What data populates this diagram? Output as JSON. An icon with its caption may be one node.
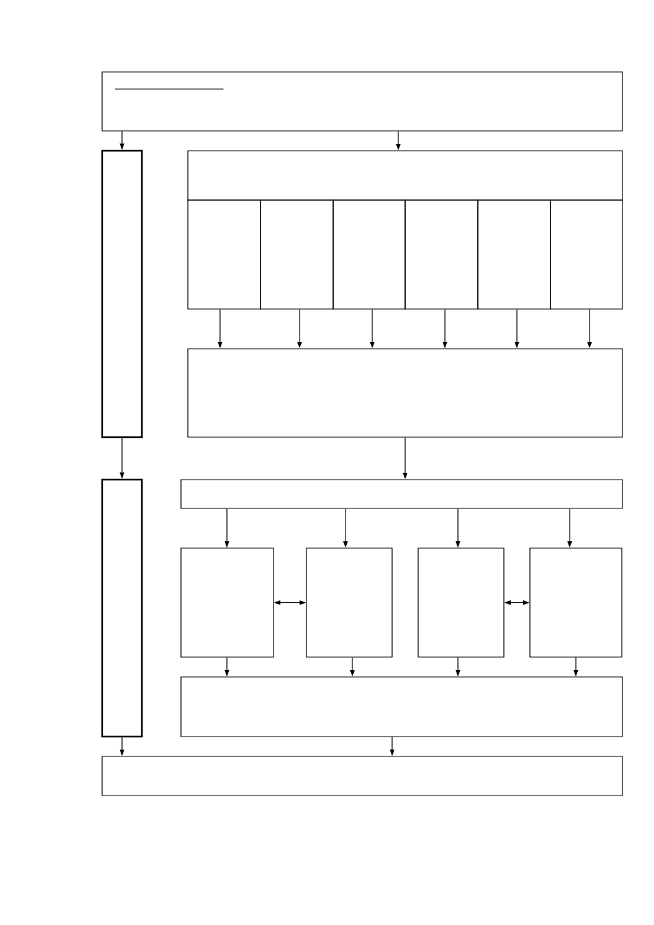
{
  "diagram": {
    "nodes": [
      {
        "text": [],
        "shape": "box"
      },
      {
        "text": [],
        "shape": "box"
      },
      {
        "text": [],
        "shape": "box"
      },
      {
        "text": [],
        "shape": "box"
      },
      {
        "text": [],
        "shape": "box"
      },
      {
        "text": [],
        "shape": "box"
      },
      {
        "text": [],
        "shape": "box"
      },
      {
        "text": [],
        "shape": "box"
      },
      {
        "text": [],
        "shape": "box"
      },
      {
        "text": [],
        "shape": "box"
      },
      {
        "text": [],
        "shape": "box"
      },
      {
        "text": [],
        "shape": "box"
      },
      {
        "text": [],
        "shape": "box"
      },
      {
        "text": [],
        "shape": "box"
      },
      {
        "text": [],
        "shape": "box"
      },
      {
        "text": [],
        "shape": "box"
      },
      {
        "text": [],
        "shape": "box"
      },
      {
        "text": [],
        "shape": "box"
      }
    ],
    "edges": [
      {
        "from": 0,
        "to": 1,
        "arrow": "to"
      },
      {
        "from": 0,
        "to": 2,
        "arrow": "to"
      },
      {
        "from": 3,
        "to": 9,
        "arrow": "to"
      },
      {
        "from": 4,
        "to": 9,
        "arrow": "to"
      },
      {
        "from": 5,
        "to": 9,
        "arrow": "to"
      },
      {
        "from": 6,
        "to": 9,
        "arrow": "to"
      },
      {
        "from": 7,
        "to": 9,
        "arrow": "to"
      },
      {
        "from": 8,
        "to": 9,
        "arrow": "to"
      },
      {
        "from": 1,
        "to": 10,
        "arrow": "to"
      },
      {
        "from": 9,
        "to": 11,
        "arrow": "to"
      },
      {
        "from": 11,
        "to": 12,
        "arrow": "to"
      },
      {
        "from": 11,
        "to": 13,
        "arrow": "to"
      },
      {
        "from": 11,
        "to": 14,
        "arrow": "to"
      },
      {
        "from": 11,
        "to": 15,
        "arrow": "to"
      },
      {
        "from": 12,
        "to": 13,
        "arrow": "both"
      },
      {
        "from": 14,
        "to": 15,
        "arrow": "both"
      },
      {
        "from": 12,
        "to": 16,
        "arrow": "to"
      },
      {
        "from": 13,
        "to": 16,
        "arrow": "to"
      },
      {
        "from": 14,
        "to": 16,
        "arrow": "to"
      },
      {
        "from": 15,
        "to": 16,
        "arrow": "to"
      },
      {
        "from": 10,
        "to": 17,
        "arrow": "to"
      },
      {
        "from": 16,
        "to": 17,
        "arrow": "to"
      }
    ]
  }
}
